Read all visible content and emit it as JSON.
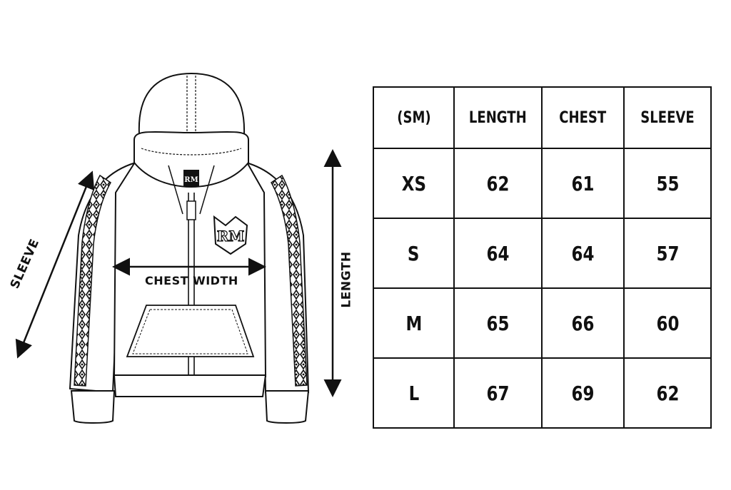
{
  "diagram": {
    "sleeve_label": "SLEEVE",
    "chest_label": "CHEST WIDTH",
    "length_label": "LENGTH",
    "logo_text": "RM"
  },
  "table": {
    "headers": [
      "(SM)",
      "LENGTH",
      "CHEST",
      "SLEEVE"
    ],
    "rows": [
      {
        "size": "XS",
        "length": "62",
        "chest": "61",
        "sleeve": "55"
      },
      {
        "size": "S",
        "length": "64",
        "chest": "64",
        "sleeve": "57"
      },
      {
        "size": "M",
        "length": "65",
        "chest": "66",
        "sleeve": "60"
      },
      {
        "size": "L",
        "length": "67",
        "chest": "69",
        "sleeve": "62"
      }
    ]
  }
}
